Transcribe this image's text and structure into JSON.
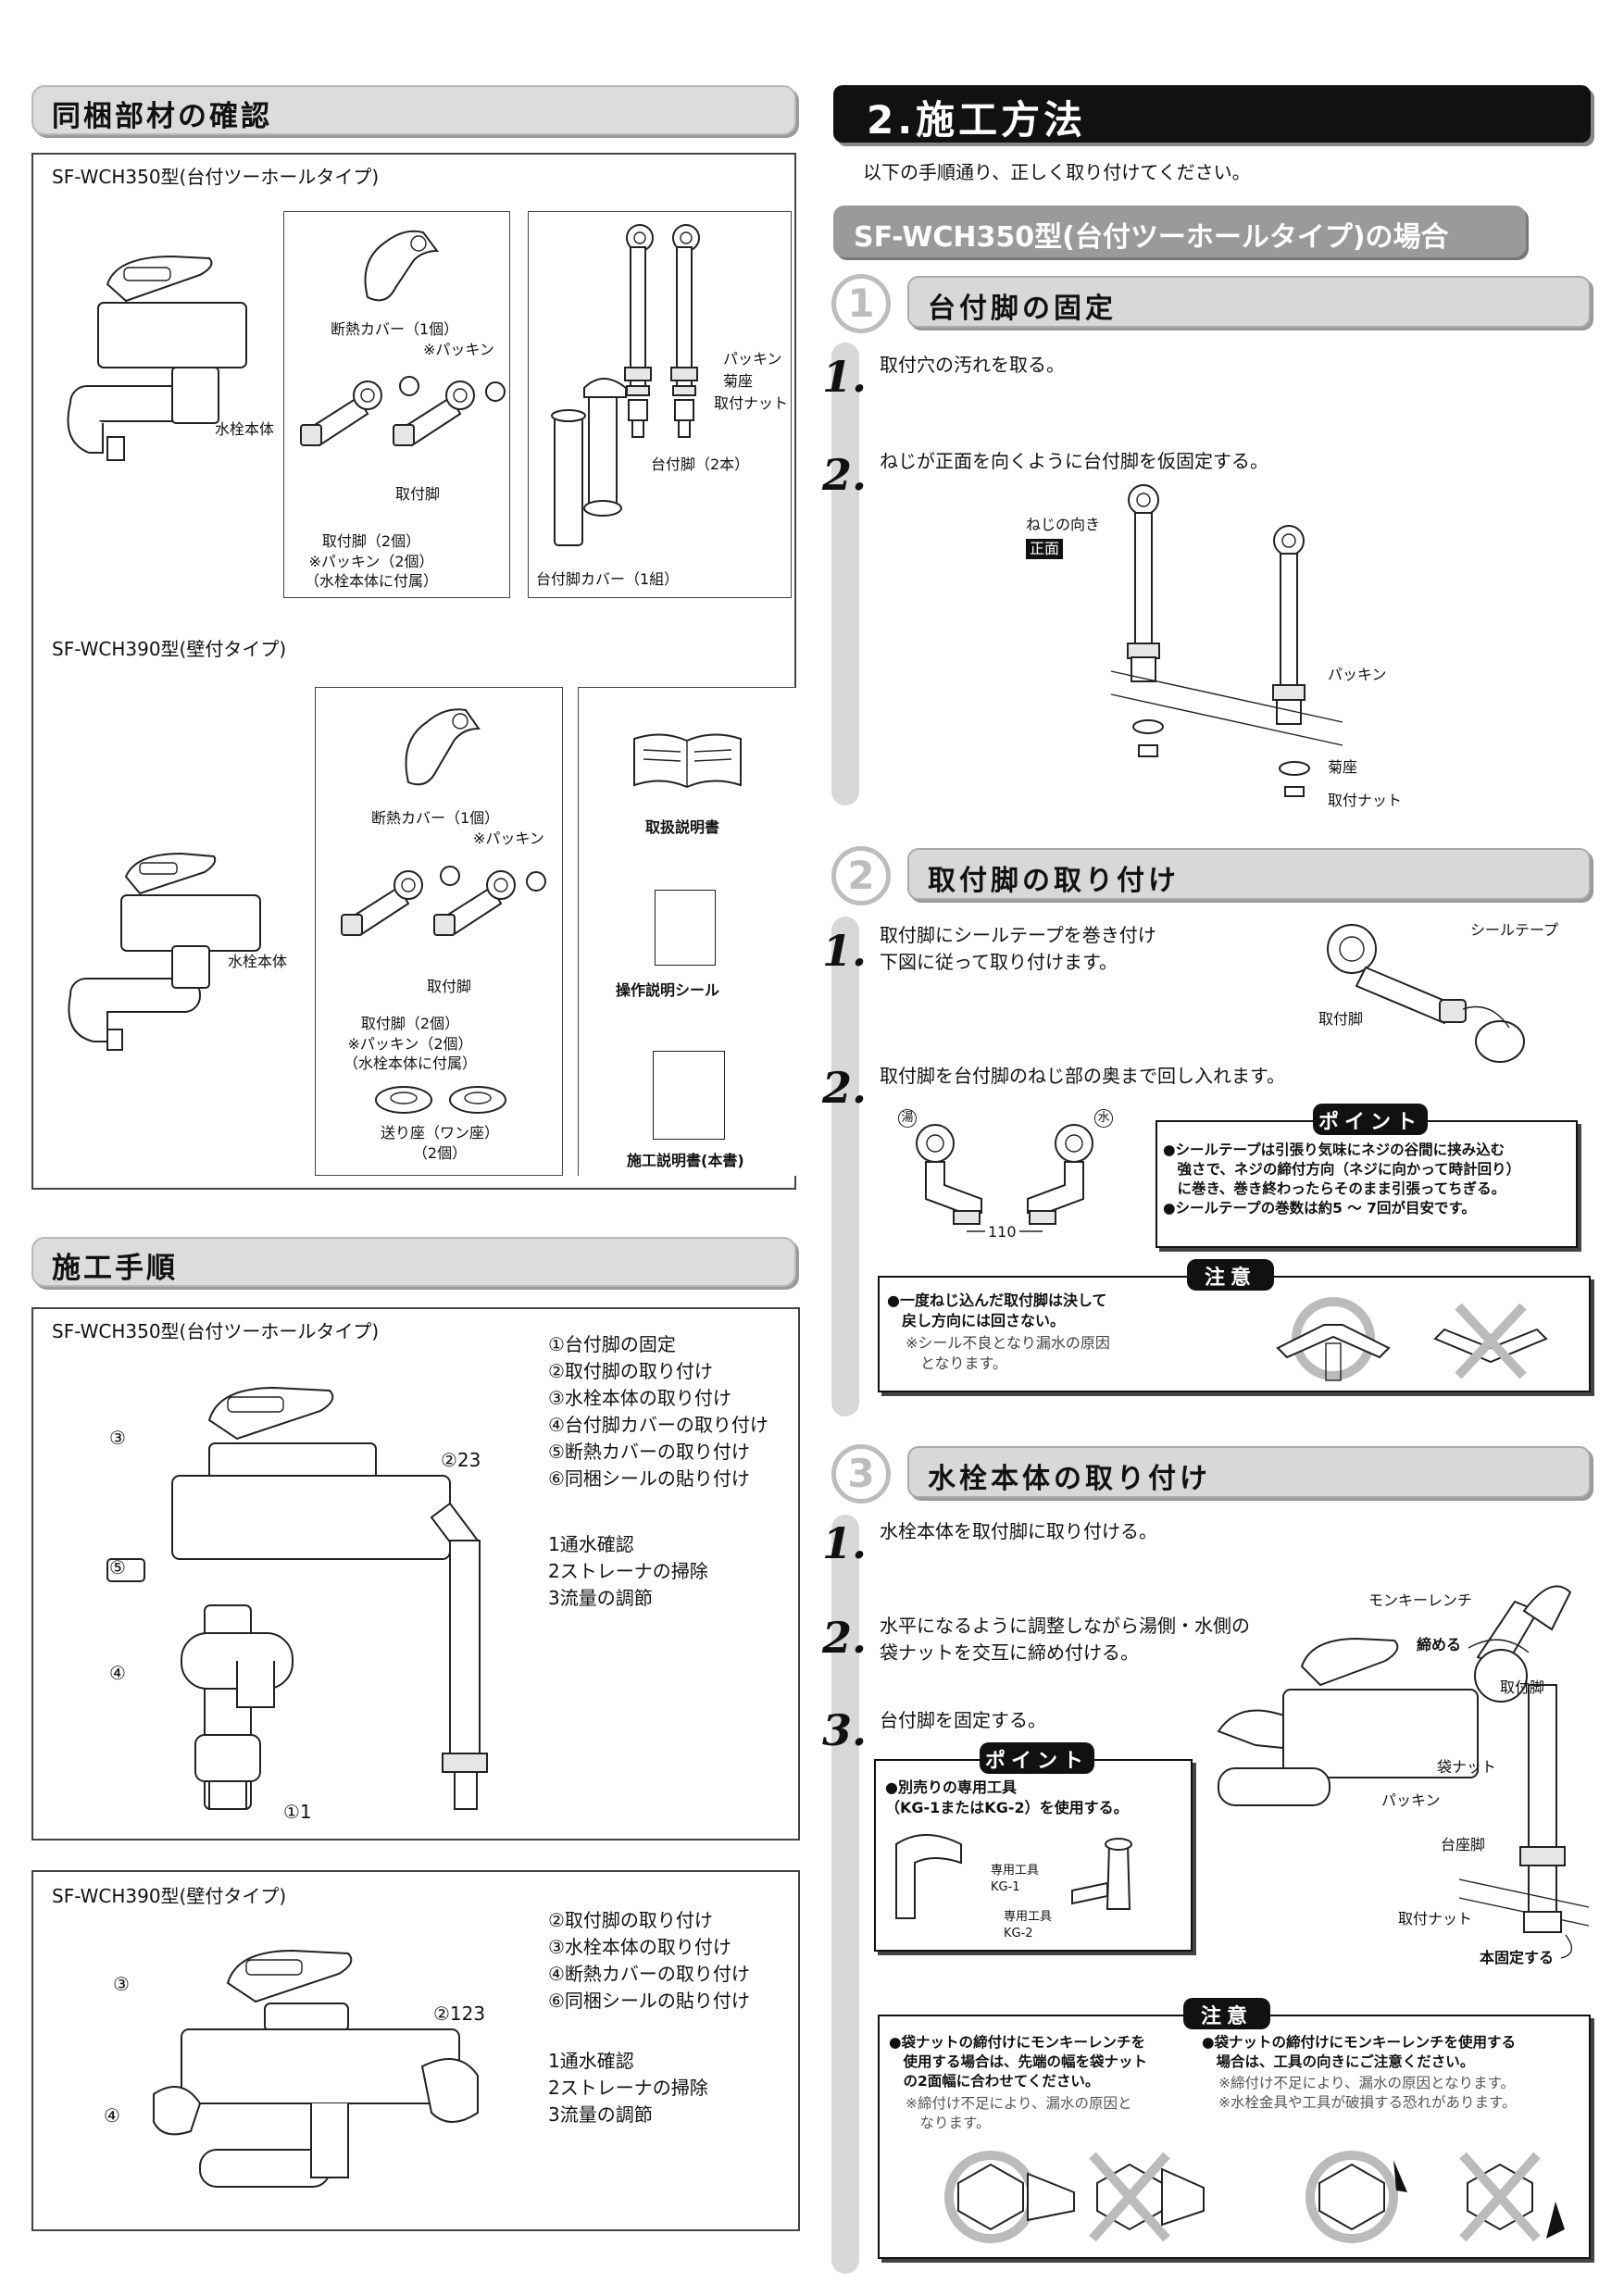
{
  "left": {
    "section1_title": "同梱部材の確認",
    "model350": "SF-WCH350型(台付ツーホールタイプ)",
    "model390": "SF-WCH390型(壁付タイプ)",
    "p350": {
      "faucet_body": "水栓本体",
      "cover": "断熱カバー（1個）",
      "packing_note": "※パッキン",
      "leg": "取付脚",
      "legs_caption": "取付脚（2個）\n※パッキン（2個）\n（水栓本体に付属）",
      "packing": "パッキン",
      "washer": "菊座",
      "nut": "取付ナット",
      "base_legs": "台付脚（2本）",
      "base_cover": "台付脚カバー（1組）"
    },
    "p390": {
      "faucet_body": "水栓本体",
      "cover": "断熱カバー（1個）",
      "packing_note": "※パッキン",
      "leg": "取付脚",
      "legs_caption": "取付脚（2個）\n※パッキン（2個）\n（水栓本体に付属）",
      "seat": "送り座（ワン座）\n（2個）",
      "manual": "取扱説明書",
      "sticker": "操作説明シール",
      "install_manual": "施工説明書(本書)"
    },
    "section2_title": "施工手順",
    "proc350": {
      "model": "SF-WCH350型(台付ツーホールタイプ)",
      "steps": "①台付脚の固定\n②取付脚の取り付け\n③水栓本体の取り付け\n④台付脚カバーの取り付け\n⑤断熱カバーの取り付け\n⑥同梱シールの貼り付け",
      "checks": "1通水確認\n2ストレーナの掃除\n3流量の調節",
      "c3": "③",
      "c5": "⑤",
      "c4": "④",
      "c223": "②23",
      "c11": "①1"
    },
    "proc390": {
      "model": "SF-WCH390型(壁付タイプ)",
      "steps": "②取付脚の取り付け\n③水栓本体の取り付け\n④断熱カバーの取り付け\n⑥同梱シールの貼り付け",
      "checks": "1通水確認\n2ストレーナの掃除\n3流量の調節",
      "c3": "③",
      "c4": "④",
      "c2123": "②123"
    }
  },
  "right": {
    "title": "2.施工方法",
    "intro": "以下の手順通り、正しく取り付けてください。",
    "model_band": "SF-WCH350型(台付ツーホールタイプ)の場合",
    "s1": {
      "num": "1",
      "title": "台付脚の固定",
      "n1": "1.",
      "t1": "取付穴の汚れを取る。",
      "n2": "2.",
      "t2": "ねじが正面を向くように台付脚を仮固定する。",
      "screw_dir": "ねじの向き",
      "front": "正面",
      "packing": "パッキン",
      "washer": "菊座",
      "nut": "取付ナット"
    },
    "s2": {
      "num": "2",
      "title": "取付脚の取り付け",
      "n1": "1.",
      "t1": "取付脚にシールテープを巻き付け\n下図に従って取り付けます。",
      "seal_tape": "シールテープ",
      "leg": "取付脚",
      "n2": "2.",
      "t2": "取付脚を台付脚のねじ部の奥まで回し入れます。",
      "hot": "湯",
      "cold": "水",
      "dim": "110",
      "point_tag": "ポイント",
      "point_text": "●シールテープは引張り気味にネジの谷間に挟み込む\n　強さで、ネジの締付方向（ネジに向かって時計回り）\n　に巻き、巻き終わったらそのまま引張ってちぎる。\n●シールテープの巻数は約5 ～ 7回が目安です。",
      "caution_tag": "注意",
      "caution_text": "●一度ねじ込んだ取付脚は決して\n　戻し方向には回さない。",
      "caution_note": "※シール不良となり漏水の原因\n　となります。"
    },
    "s3": {
      "num": "3",
      "title": "水栓本体の取り付け",
      "n1": "1.",
      "t1": "水栓本体を取付脚に取り付ける。",
      "n2": "2.",
      "t2": "水平になるように調整しながら湯側・水側の\n袋ナットを交互に締め付ける。",
      "n3": "3.",
      "t3": "台付脚を固定する。",
      "wrench": "モンキーレンチ",
      "tighten": "締める",
      "leg": "取付脚",
      "bag_nut": "袋ナット",
      "packing": "パッキン",
      "base_leg": "台座脚",
      "nut": "取付ナット",
      "final_fix": "本固定する",
      "point_tag": "ポイント",
      "point_text": "●別売りの専用工具\n（KG-1またはKG-2）を使用する。",
      "tool1": "専用工具\nKG-1",
      "tool2": "専用工具\nKG-2",
      "caution_tag": "注意",
      "caution_left": "●袋ナットの締付けにモンキーレンチを\n　使用する場合は、先端の幅を袋ナット\n　の2面幅に合わせてください。",
      "caution_left_note": "※締付け不足により、漏水の原因と\n　なります。",
      "caution_right": "●袋ナットの締付けにモンキーレンチを使用する\n　場合は、工具の向きにご注意ください。",
      "caution_right_note": "※締付け不足により、漏水の原因となります。\n※水栓金具や工具が破損する恐れがあります。"
    }
  }
}
